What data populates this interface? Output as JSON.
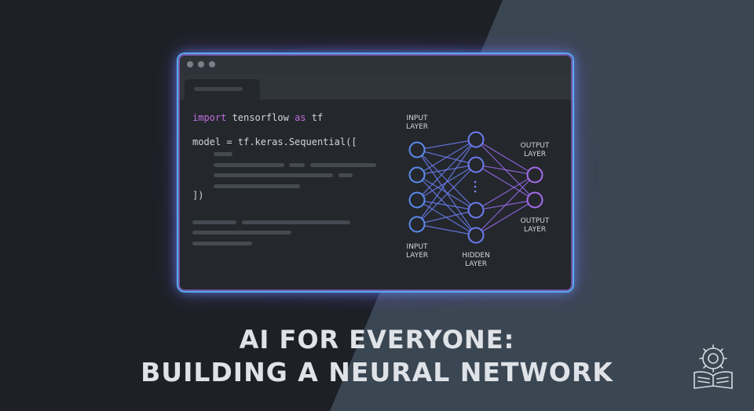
{
  "code": {
    "line1_keyword_import": "import",
    "line1_module": " tensorflow ",
    "line1_keyword_as": "as",
    "line1_alias": " tf",
    "line2": "model = tf.keras.Sequential([",
    "line3": "])"
  },
  "diagram": {
    "input_layer_top": [
      "INPUT",
      "LAYER"
    ],
    "input_layer_bottom": [
      "INPUT",
      "LAYER"
    ],
    "hidden_layer": [
      "HIDDEN",
      "LAYER"
    ],
    "output_layer_top": [
      "OUTPUT",
      "LAYER"
    ],
    "output_layer_bottom": [
      "OUTPUT",
      "LAYER"
    ]
  },
  "headline": {
    "line1": "AI FOR EVERYONE:",
    "line2": "BUILDING A NEURAL NETWORK"
  },
  "colors": {
    "accent_blue": "#5aa8f5",
    "accent_purple": "#a56cf0",
    "keyword_purple": "#c06fe0",
    "node_blue": "#5b8cf0"
  },
  "icons": {
    "logo": "brain-gear-book-icon"
  }
}
